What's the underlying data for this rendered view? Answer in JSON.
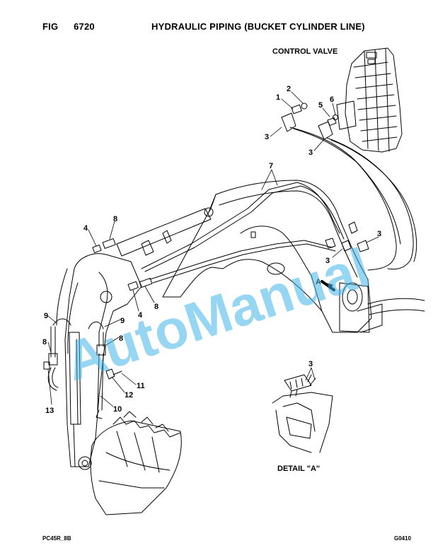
{
  "header": {
    "fig_label": "FIG",
    "fig_number": "6720",
    "title": "HYDRAULIC PIPING (BUCKET CYLINDER LINE)"
  },
  "labels": {
    "control_valve": "CONTROL VALVE",
    "detail": "DETAIL \"A\"",
    "arrow_a": "A"
  },
  "callouts": [
    "1",
    "2",
    "3",
    "3",
    "5",
    "6",
    "7",
    "3",
    "3",
    "4",
    "8",
    "4",
    "8",
    "9",
    "9",
    "8",
    "8",
    "11",
    "12",
    "13",
    "10",
    "3"
  ],
  "watermark": "AutoManual",
  "footer": {
    "left": "PC45R_8B",
    "right": "G0410"
  }
}
